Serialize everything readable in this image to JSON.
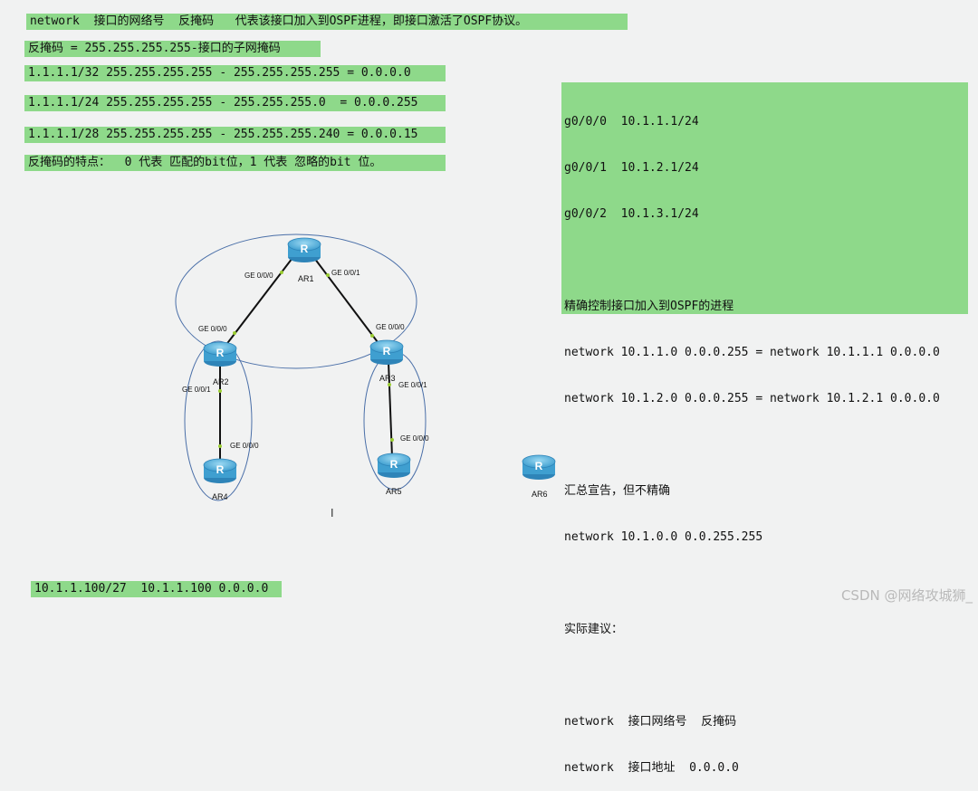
{
  "notes": {
    "line1": "network  接口的网络号  反掩码   代表该接口加入到OSPF进程，即接口激活了OSPF协议。",
    "line2": "反掩码 = 255.255.255.255-接口的子网掩码",
    "line3": "1.1.1.1/32 255.255.255.255 - 255.255.255.255 = 0.0.0.0",
    "line4": "1.1.1.1/24 255.255.255.255 - 255.255.255.0  = 0.0.0.255",
    "line5": "1.1.1.1/28 255.255.255.255 - 255.255.255.240 = 0.0.0.15",
    "line6": "反掩码的特点：  0 代表 匹配的bit位，1 代表 忽略的bit 位。",
    "bottom": "10.1.1.100/27  10.1.1.100 0.0.0.0"
  },
  "panel": {
    "if1": "g0/0/0  10.1.1.1/24",
    "if2": "g0/0/1  10.1.2.1/24",
    "if3": "g0/0/2  10.1.3.1/24",
    "precise_title": "精确控制接口加入到OSPF的进程",
    "precise1": "network 10.1.1.0 0.0.0.255 = network 10.1.1.1 0.0.0.0",
    "precise2": "network 10.1.2.0 0.0.0.255 = network 10.1.2.1 0.0.0.0",
    "summary_title": "汇总宣告，但不精确",
    "summary1": "network 10.1.0.0 0.0.255.255",
    "advice_title": "实际建议：",
    "advice1": "network  接口网络号  反掩码",
    "advice2": "network  接口地址  0.0.0.0"
  },
  "topology": {
    "routers": [
      "AR1",
      "AR2",
      "AR3",
      "AR4",
      "AR5",
      "AR6"
    ],
    "ports": {
      "ar1_left": "GE 0/0/0",
      "ar1_right": "GE 0/0/1",
      "ar2_top": "GE 0/0/0",
      "ar3_top": "GE 0/0/0",
      "ar2_down": "GE 0/0/1",
      "ar4_up": "GE 0/0/0",
      "ar3_down": "GE 0/0/1",
      "ar5_up": "GE 0/0/0"
    }
  },
  "watermark": "CSDN @网络攻城狮_",
  "colors": {
    "highlight": "#8ed98a",
    "router": "#4fb0dc",
    "link": "#111111",
    "area": "#4a6fa8"
  }
}
